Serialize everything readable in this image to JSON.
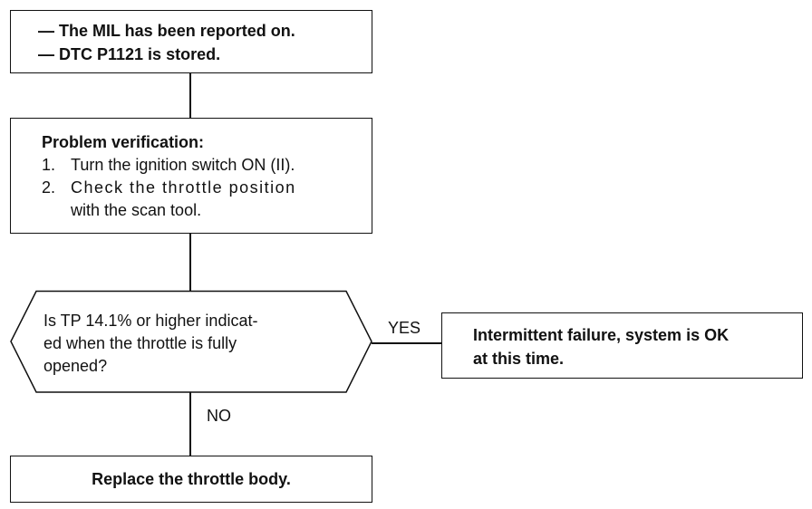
{
  "start_box": {
    "line1": "— The MIL has been reported on.",
    "line2": "— DTC P1121 is stored."
  },
  "verification_box": {
    "heading": "Problem verification:",
    "step1_num": "1.",
    "step1": "Turn the ignition switch ON (II).",
    "step2_num": "2.",
    "step2_line1": "Check the throttle position",
    "step2_line2": "with the scan tool."
  },
  "decision": {
    "line1": "Is TP 14.1% or higher indicat-",
    "line2": "ed when the throttle is fully",
    "line3": "opened?"
  },
  "yes_label": "YES",
  "no_label": "NO",
  "yes_box": {
    "line1": "Intermittent failure, system is OK",
    "line2": "at this time."
  },
  "no_box": {
    "text": "Replace the throttle body."
  }
}
